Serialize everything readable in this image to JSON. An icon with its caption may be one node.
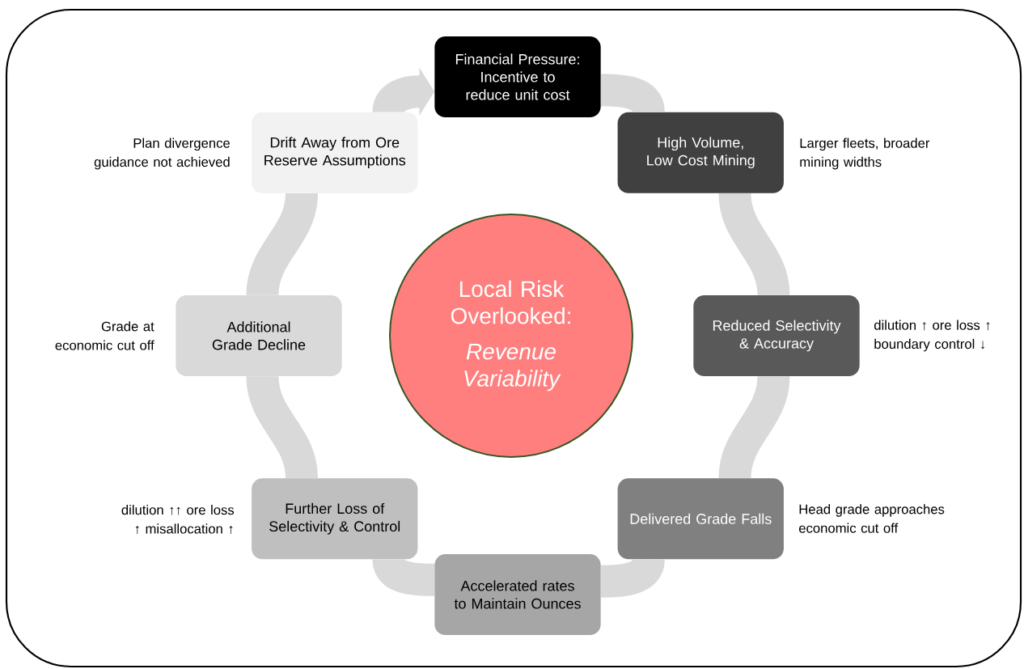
{
  "diagram": {
    "nodes": [
      {
        "text": [
          "Financial Pressure: Incentive to reduce unit cost"
        ]
      },
      {
        "text": [
          "High Volume, Low Cost Mining"
        ],
        "beside": [
          "Larger fleets, broader mining widths"
        ]
      },
      {
        "text": [
          "Reduced Selectivity & Accuracy"
        ],
        "beside": [
          "dilution ↑ ore loss ↑ boundary control ↓"
        ]
      },
      {
        "text": [
          "Delivered Grade Falls"
        ],
        "beside": [
          "Head grade approaches economic cut off"
        ]
      },
      {
        "text": [
          "Accelerated rates to Maintain Ounces"
        ]
      },
      {
        "text": [
          "Further Loss of Selectivity & Control"
        ],
        "beside": [
          "dilution ↑↑ ore loss ↑ misallocation ↑"
        ]
      },
      {
        "text": [
          "Additional Grade Decline"
        ],
        "beside": [
          "Grade at economic cut off"
        ]
      },
      {
        "text": [
          "Drift Away from Ore Reserve Assumptions"
        ],
        "beside": [
          "Plan divergence guidance not achieved"
        ]
      },
      {
        "text": [
          "Local Risk Overlooked:",
          "Revenue Variability"
        ]
      }
    ],
    "edges": [
      {
        "from": 0,
        "to": 1,
        "arrow": "none"
      },
      {
        "from": 1,
        "to": 2,
        "arrow": "none"
      },
      {
        "from": 2,
        "to": 3,
        "arrow": "none"
      },
      {
        "from": 3,
        "to": 4,
        "arrow": "none"
      },
      {
        "from": 4,
        "to": 5,
        "arrow": "none"
      },
      {
        "from": 5,
        "to": 6,
        "arrow": "none"
      },
      {
        "from": 6,
        "to": 7,
        "arrow": "none"
      },
      {
        "from": 7,
        "to": 0,
        "arrow": "to"
      }
    ]
  }
}
